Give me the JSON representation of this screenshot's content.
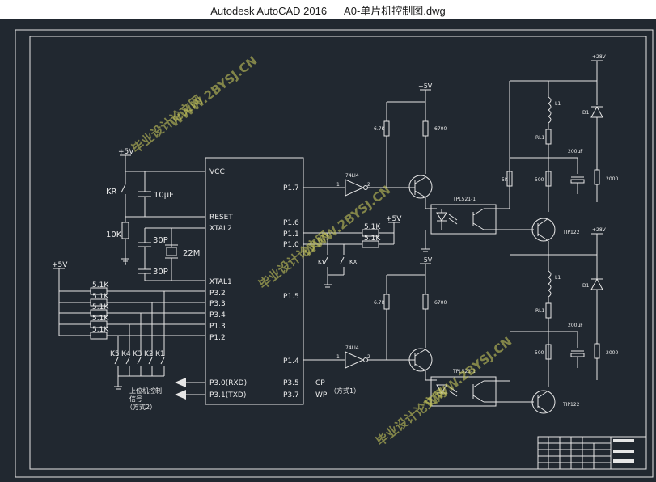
{
  "window": {
    "app_name": "Autodesk AutoCAD 2016",
    "file_name": "A0-单片机控制图.dwg"
  },
  "mcu": {
    "left_pins": [
      "VCC",
      "RESET",
      "XTAL2",
      "XTAL1",
      "P3.2",
      "P3.3",
      "P3.4",
      "P1.3",
      "P1.2",
      "P3.0(RXD)",
      "P3.1(TXD)"
    ],
    "right_pins": [
      "P1.7",
      "P1.6",
      "P1.1",
      "P1.0",
      "P1.5",
      "P1.4",
      "P3.5",
      "P3.7"
    ],
    "cp_label": "CP",
    "wp_label": "WP",
    "mode1_label": "（方式1）"
  },
  "components": {
    "vcc_top": "+5V",
    "kr": "KR",
    "c_10uf": "10μF",
    "r_10k": "10K",
    "c_30p_a": "30P",
    "c_30p_b": "30P",
    "crystal": "22M",
    "vcc_left": "+5V",
    "pullups": [
      "5.1K",
      "5.1K",
      "5.1K",
      "5.1K",
      "5.1K"
    ],
    "keys": [
      "K5",
      "K4",
      "K3",
      "K2",
      "K1"
    ],
    "host_label": "上位机控制",
    "host_label2": "信号",
    "mode2_label": "（方式2）",
    "vcc_mid": "+5V",
    "r51_a": "5.1K",
    "r51_b": "5.1K",
    "ky": "KY",
    "kx": "KX",
    "gate_top": "74LI4",
    "gate_bottom": "74LI4",
    "pin1_top": "1",
    "pin2_top": "2",
    "pin1_bot": "1",
    "pin2_bot": "2",
    "vcc_drv_top": "+5V",
    "vcc_drv_bot": "+5V",
    "r67_top": "6.7K",
    "r67_bot": "6.7K",
    "r6700_top": "6700",
    "r6700_bot": "6700",
    "opto_top": "TPL521-1",
    "opto_bot": "TPL521-1",
    "v28_top": "+28V",
    "v28_bot": "+28V",
    "l1_top": "L1",
    "l1_bot": "L1",
    "d1_top": "D1",
    "d1_bot": "D1",
    "rl_top": "RL1",
    "rl_bot": "RL1",
    "cap_top": "200μF",
    "cap_bot": "200μF",
    "r5k": "5K",
    "r500_top": "500",
    "r500_bot": "500",
    "r2000_top": "2000",
    "r2000_bot": "2000",
    "tip_top": "TIP122",
    "tip_bot": "TIP122"
  },
  "watermarks": [
    "WWW.2BYSJ.CN",
    "毕业设计论文网"
  ]
}
